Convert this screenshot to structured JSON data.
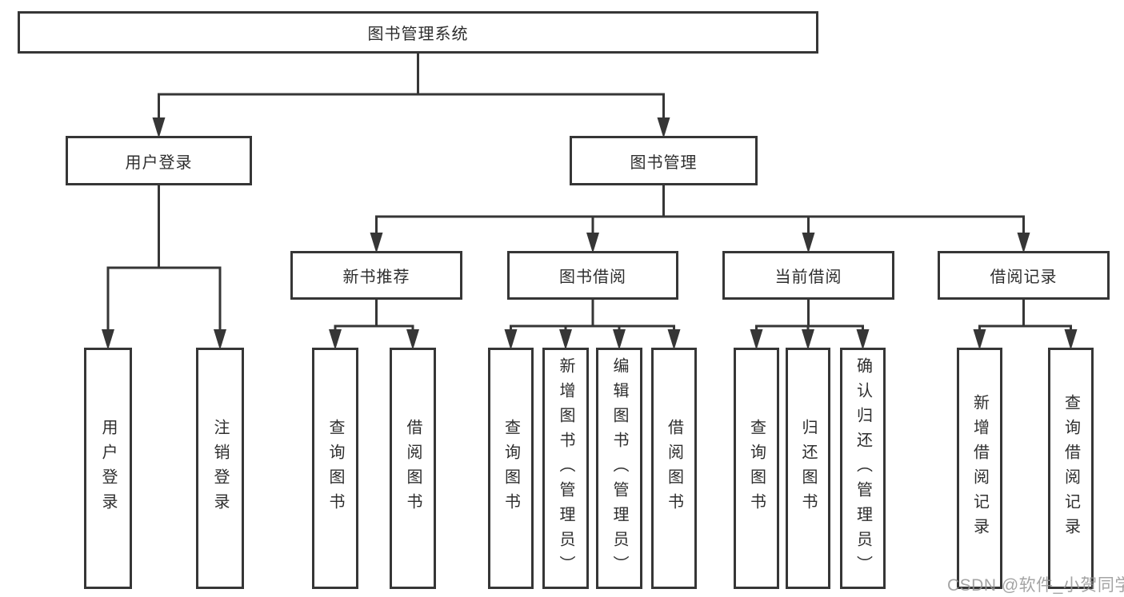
{
  "diagram": {
    "title": "图书管理系统",
    "watermark": "CSDN @软件_小贺同学",
    "colors": {
      "line": "#363636",
      "box_border": "#363636",
      "text": "#2e2e2e",
      "background": "#ffffff",
      "watermark": "#949494"
    },
    "nodes": [
      {
        "id": "root",
        "label": "图书管理系统",
        "parent": null,
        "orientation": "horizontal"
      },
      {
        "id": "user-login",
        "label": "用户登录",
        "parent": "root",
        "orientation": "horizontal"
      },
      {
        "id": "book-mgmt",
        "label": "图书管理",
        "parent": "root",
        "orientation": "horizontal"
      },
      {
        "id": "login",
        "label": "用户登录",
        "parent": "user-login",
        "orientation": "vertical"
      },
      {
        "id": "logout",
        "label": "注销登录",
        "parent": "user-login",
        "orientation": "vertical"
      },
      {
        "id": "new-book-rec",
        "label": "新书推荐",
        "parent": "book-mgmt",
        "orientation": "horizontal"
      },
      {
        "id": "book-borrow",
        "label": "图书借阅",
        "parent": "book-mgmt",
        "orientation": "horizontal"
      },
      {
        "id": "current-borrow",
        "label": "当前借阅",
        "parent": "book-mgmt",
        "orientation": "horizontal"
      },
      {
        "id": "borrow-records",
        "label": "借阅记录",
        "parent": "book-mgmt",
        "orientation": "horizontal"
      },
      {
        "id": "rec-query-book",
        "label": "查询图书",
        "parent": "new-book-rec",
        "orientation": "vertical"
      },
      {
        "id": "rec-borrow-book",
        "label": "借阅图书",
        "parent": "new-book-rec",
        "orientation": "vertical"
      },
      {
        "id": "bb-query-book",
        "label": "查询图书",
        "parent": "book-borrow",
        "orientation": "vertical"
      },
      {
        "id": "bb-add-book",
        "label": "新增图书（管理员）",
        "parent": "book-borrow",
        "orientation": "vertical"
      },
      {
        "id": "bb-edit-book",
        "label": "编辑图书（管理员）",
        "parent": "book-borrow",
        "orientation": "vertical"
      },
      {
        "id": "bb-borrow-book",
        "label": "借阅图书",
        "parent": "book-borrow",
        "orientation": "vertical"
      },
      {
        "id": "cb-query-book",
        "label": "查询图书",
        "parent": "current-borrow",
        "orientation": "vertical"
      },
      {
        "id": "cb-return-book",
        "label": "归还图书",
        "parent": "current-borrow",
        "orientation": "vertical"
      },
      {
        "id": "cb-confirm-return",
        "label": "确认归还（管理员）",
        "parent": "current-borrow",
        "orientation": "vertical"
      },
      {
        "id": "br-add-record",
        "label": "新增借阅记录",
        "parent": "borrow-records",
        "orientation": "vertical"
      },
      {
        "id": "br-query-record",
        "label": "查询借阅记录",
        "parent": "borrow-records",
        "orientation": "vertical"
      }
    ]
  }
}
